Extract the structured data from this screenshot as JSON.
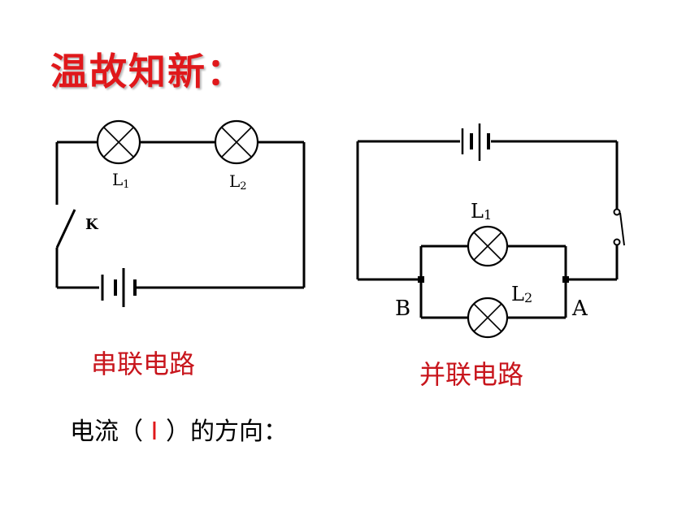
{
  "title": "温故知新：",
  "series_circuit": {
    "caption": "串联电路",
    "lamp1_label": "L",
    "lamp1_sub": "1",
    "lamp2_label": "L",
    "lamp2_sub": "2",
    "switch_label": "K"
  },
  "parallel_circuit": {
    "caption": "并联电路",
    "lamp1_label": "L",
    "lamp1_sub": "1",
    "lamp2_label": "L",
    "lamp2_sub": "2",
    "node_b": "B",
    "node_a": "A"
  },
  "current_question": {
    "prefix": "电流（",
    "symbol": "I",
    "suffix": "）的方向："
  }
}
